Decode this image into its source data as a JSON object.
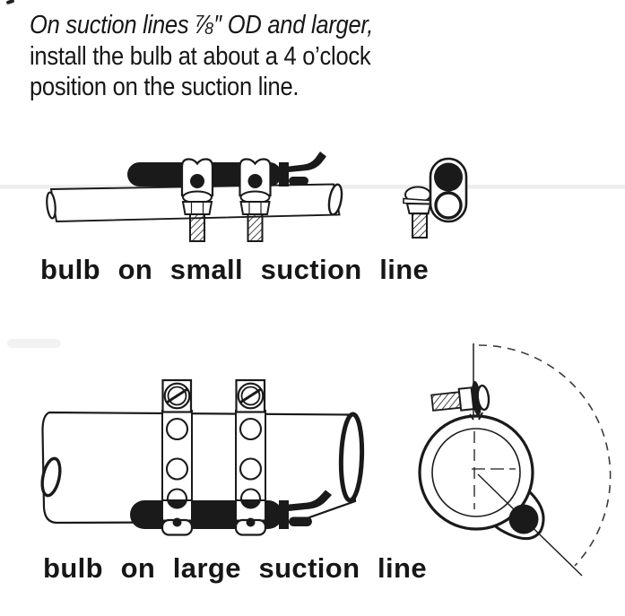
{
  "colors": {
    "ink": "#1a1a1a",
    "paper": "#ffffff",
    "scan_line": "#e2e2e2"
  },
  "instruction": {
    "line1": "On suction lines ⅞″ OD and larger,",
    "line2": "install the bulb at about a 4 o’clock",
    "line3": "position on the suction line."
  },
  "diagrams": {
    "small": {
      "caption": "bulb on small suction line"
    },
    "large": {
      "caption": "bulb on large suction line"
    }
  }
}
